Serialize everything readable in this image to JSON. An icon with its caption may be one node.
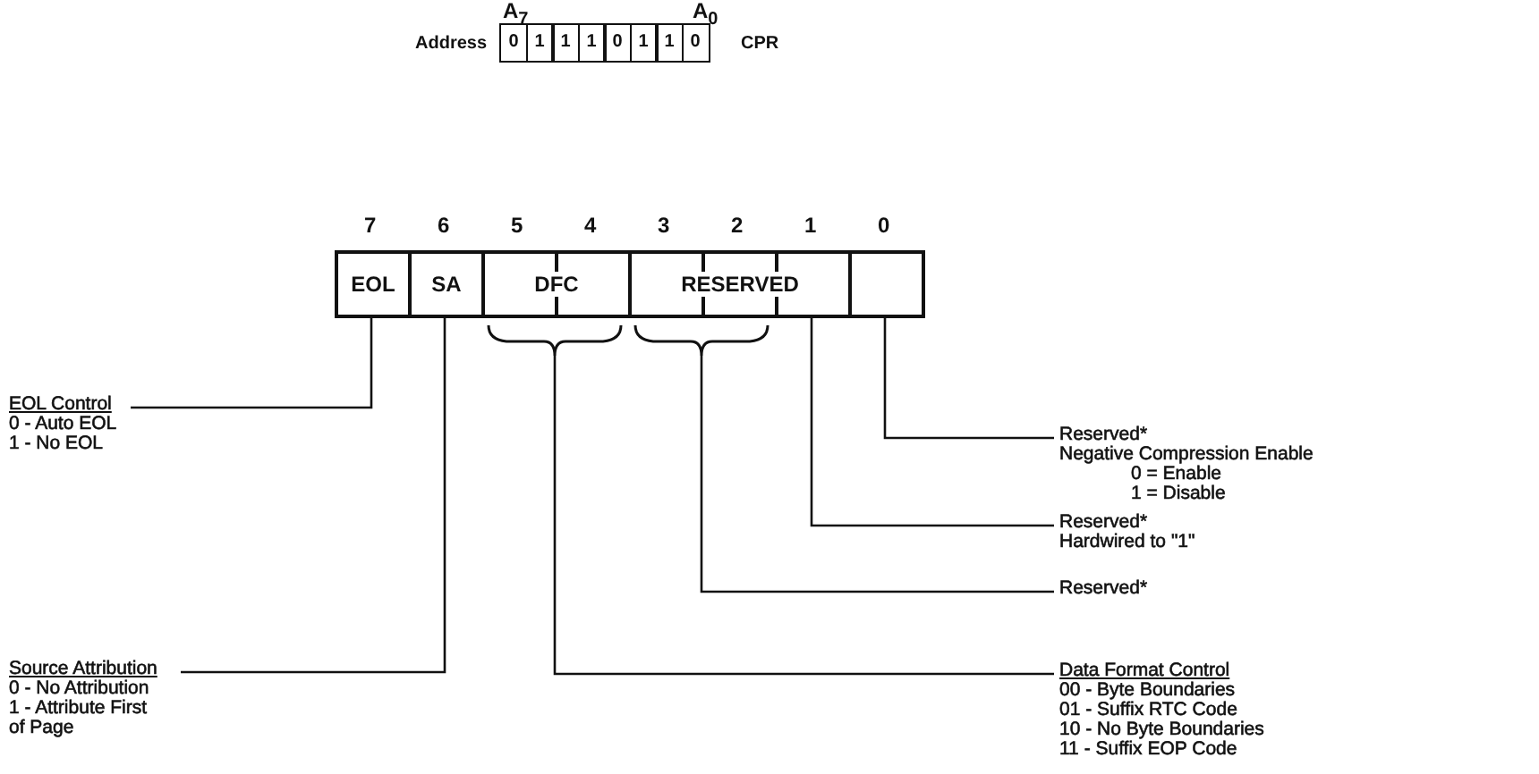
{
  "diagram": {
    "nodes": [
      {
        "text": [
          "EOL"
        ]
      },
      {
        "text": [
          "SA"
        ]
      },
      {
        "text": [
          "DFC"
        ]
      },
      {
        "text": [
          "RESERVED"
        ]
      },
      {
        "text": [],
        "shape": "box"
      },
      {
        "text": [
          "EOL Control",
          "0 - Auto EOL",
          "1 - No EOL"
        ]
      },
      {
        "text": [
          "Source Attribution",
          "0 - No Attribution",
          "1 - Attribute First of Page"
        ]
      },
      {
        "text": [
          "Reserved*",
          "Negative Compression Enable",
          "0 = Enable",
          "1 = Disable"
        ]
      },
      {
        "text": [
          "Reserved*",
          "Hardwired to \"1\""
        ]
      },
      {
        "text": [
          "Reserved*"
        ]
      },
      {
        "text": [
          "Data Format Control",
          "00 - Byte Boundaries",
          "01 - Suffix RTC Code",
          "10 - No Byte Boundaries",
          "11 - Suffix EOP Code"
        ]
      }
    ],
    "edges": [
      {
        "from": 5,
        "to": 0,
        "arrow": "none"
      },
      {
        "from": 6,
        "to": 1,
        "arrow": "none"
      },
      {
        "from": 7,
        "to": 4,
        "arrow": "none"
      },
      {
        "from": 8,
        "to": 3,
        "arrow": "none"
      },
      {
        "from": 9,
        "to": 3,
        "arrow": "none"
      },
      {
        "from": 10,
        "to": 2,
        "arrow": "none"
      }
    ],
    "labels": [
      "A$_{7}$",
      "A$_{0}$",
      "Address",
      "0",
      "1",
      "1",
      "1",
      "0",
      "1",
      "1",
      "0",
      "CPR",
      "7",
      "6",
      "5",
      "4",
      "3",
      "2",
      "1",
      "0"
    ]
  }
}
